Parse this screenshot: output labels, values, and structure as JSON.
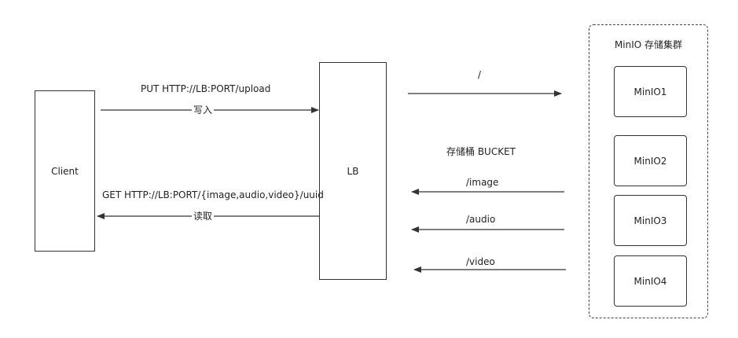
{
  "client": {
    "label": "Client"
  },
  "lb": {
    "label": "LB"
  },
  "cluster": {
    "title": "MinIO 存储集群",
    "nodes": [
      "MinIO1",
      "MinIO2",
      "MinIO3",
      "MinIO4"
    ]
  },
  "requests": {
    "put_url": "PUT HTTP://LB:PORT/upload",
    "put_action": "写入",
    "get_url": "GET HTTP://LB:PORT/{image,audio,video}/uuid",
    "get_action": "读取"
  },
  "routes": {
    "root_path": "/",
    "bucket_title": "存储桶 BUCKET",
    "buckets": [
      "/image",
      "/audio",
      "/video"
    ]
  }
}
